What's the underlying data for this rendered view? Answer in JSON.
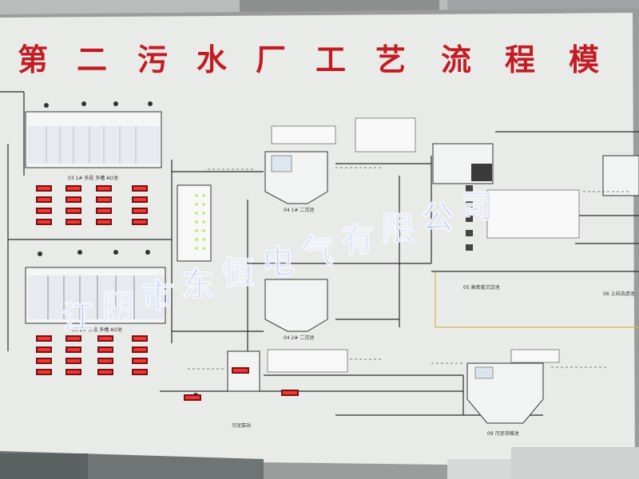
{
  "board": {
    "title_chars": [
      "第",
      "二",
      "污",
      "水",
      "厂",
      "工",
      "艺",
      "流",
      "程",
      "模"
    ]
  },
  "labels": {
    "tank_a": "03 1# 多段 多槽 AO池",
    "tank_b": "03 2# 多段 多槽 AO池",
    "clarifier1": "04 1# 二沉池",
    "clarifier2": "04 2# 二沉池",
    "hi_eff": "05 高密度沉淀池",
    "pump": "污泥泵站",
    "sludge": "09 污泥浓缩池",
    "upflow": "06 上向流滤池"
  },
  "watermark": {
    "chars": [
      "江",
      "阴",
      "市",
      "东",
      "恒",
      "电",
      "气",
      "有",
      "限",
      "公",
      "司"
    ]
  }
}
